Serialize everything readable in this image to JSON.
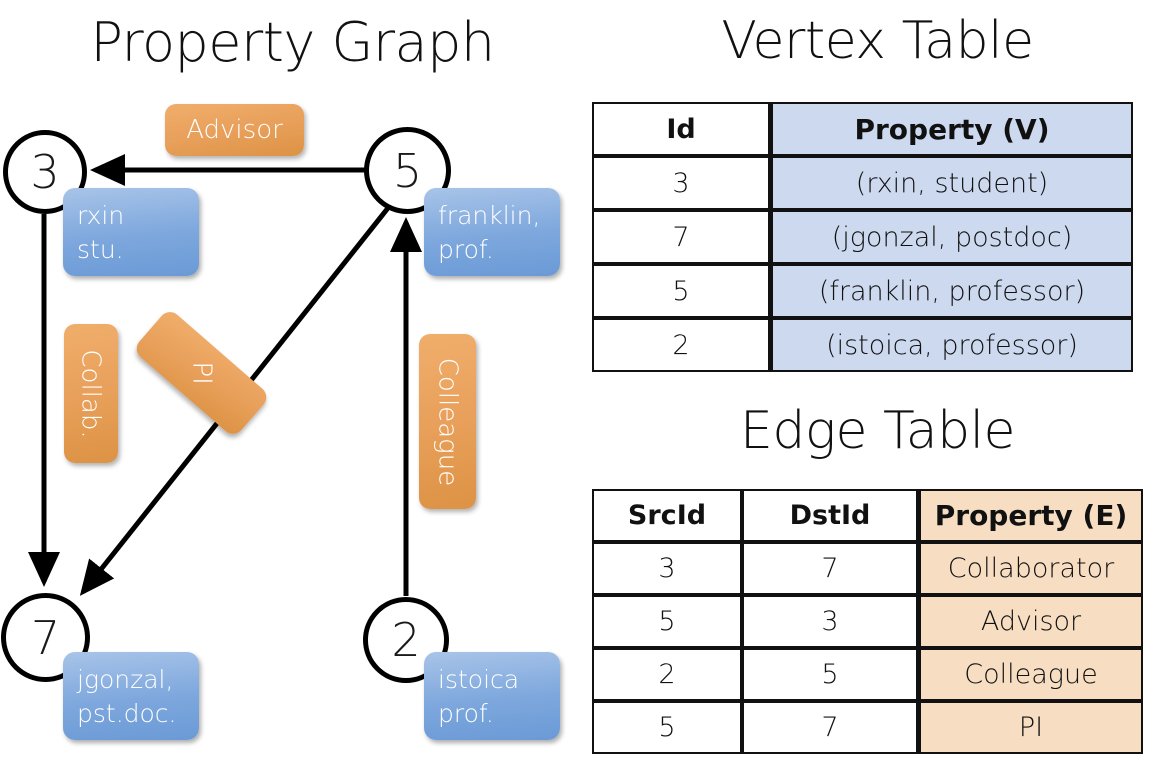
{
  "panels": {
    "graph_title": "Property Graph",
    "vertex_table_title": "Vertex Table",
    "edge_table_title": "Edge Table"
  },
  "colors": {
    "vertex_property_fill": "#ccd9ef",
    "edge_property_fill": "#f7ddc2",
    "node_property_box": "#7da7dd",
    "edge_label_box": "#e8a05b",
    "stroke": "#111111",
    "background": "#ffffff"
  },
  "graph": {
    "nodes": [
      {
        "id": "3",
        "property": "rxin\nstu."
      },
      {
        "id": "5",
        "property": "franklin,\nprof."
      },
      {
        "id": "7",
        "property": "jgonzal,\npst.doc."
      },
      {
        "id": "2",
        "property": "istoica\nprof."
      }
    ],
    "edge_labels": [
      {
        "label": "Advisor",
        "orientation": "horizontal"
      },
      {
        "label": "Collab.",
        "orientation": "vertical"
      },
      {
        "label": "PI",
        "orientation": "diagonal"
      },
      {
        "label": "Colleague",
        "orientation": "vertical"
      }
    ]
  },
  "vertex_table": {
    "headers": [
      "Id",
      "Property (V)"
    ],
    "rows": [
      {
        "id": "3",
        "property": "(rxin, student)"
      },
      {
        "id": "7",
        "property": "(jgonzal, postdoc)"
      },
      {
        "id": "5",
        "property": "(franklin, professor)"
      },
      {
        "id": "2",
        "property": "(istoica, professor)"
      }
    ]
  },
  "edge_table": {
    "headers": [
      "SrcId",
      "DstId",
      "Property (E)"
    ],
    "rows": [
      {
        "src": "3",
        "dst": "7",
        "property": "Collaborator"
      },
      {
        "src": "5",
        "dst": "3",
        "property": "Advisor"
      },
      {
        "src": "2",
        "dst": "5",
        "property": "Colleague"
      },
      {
        "src": "5",
        "dst": "7",
        "property": "PI"
      }
    ]
  }
}
